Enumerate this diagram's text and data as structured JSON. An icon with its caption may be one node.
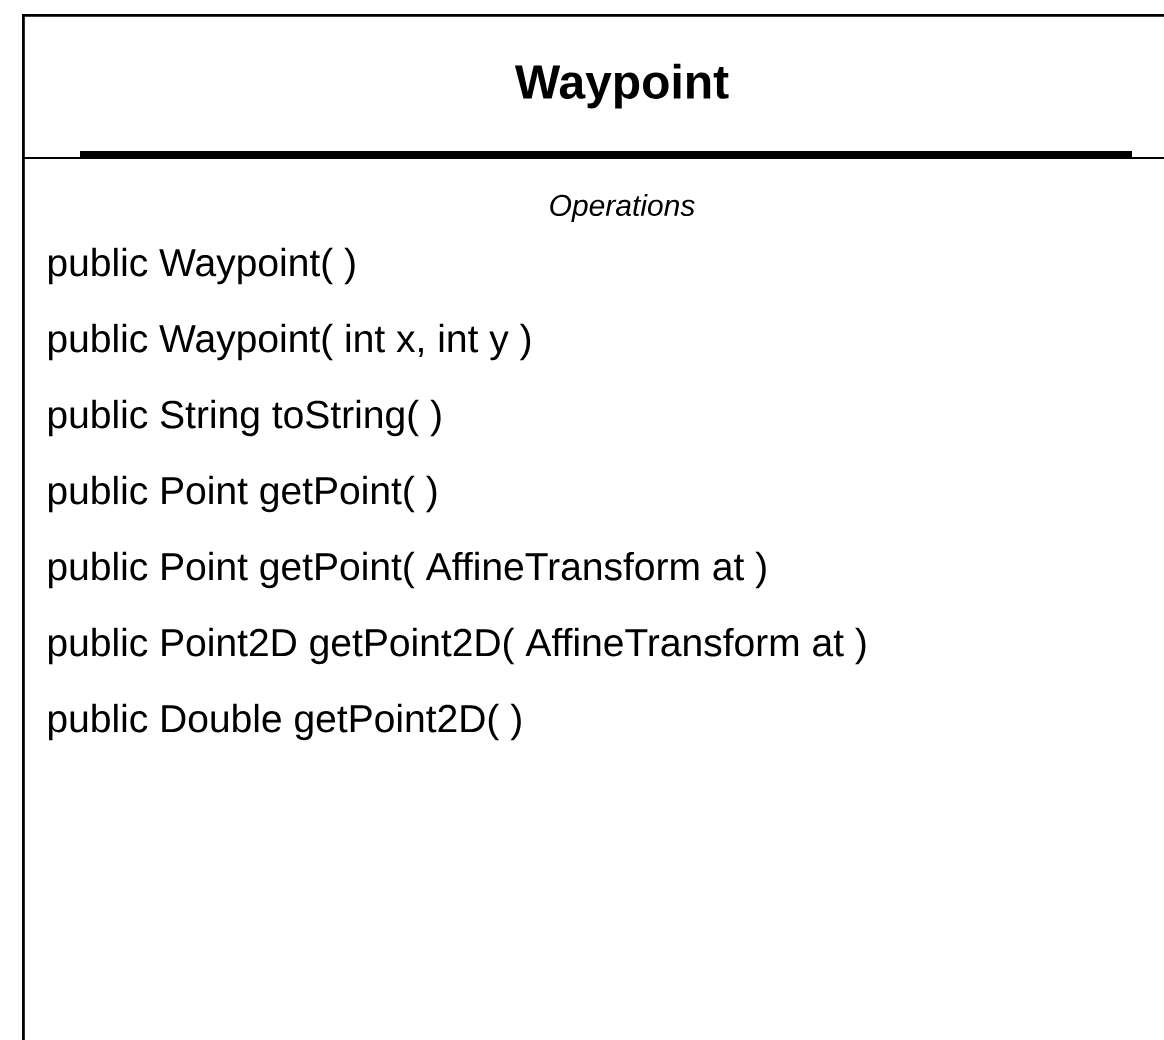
{
  "diagram": {
    "nodes": [
      {
        "text": [
          "Waypoint",
          "Operations",
          "public Waypoint( )",
          "public Waypoint( int x, int y )",
          "public String toString( )",
          "public Point getPoint( )",
          "public Point getPoint( AffineTransform at )",
          "public Point2D getPoint2D( AffineTransform at )",
          "public Double getPoint2D( )"
        ]
      }
    ]
  }
}
